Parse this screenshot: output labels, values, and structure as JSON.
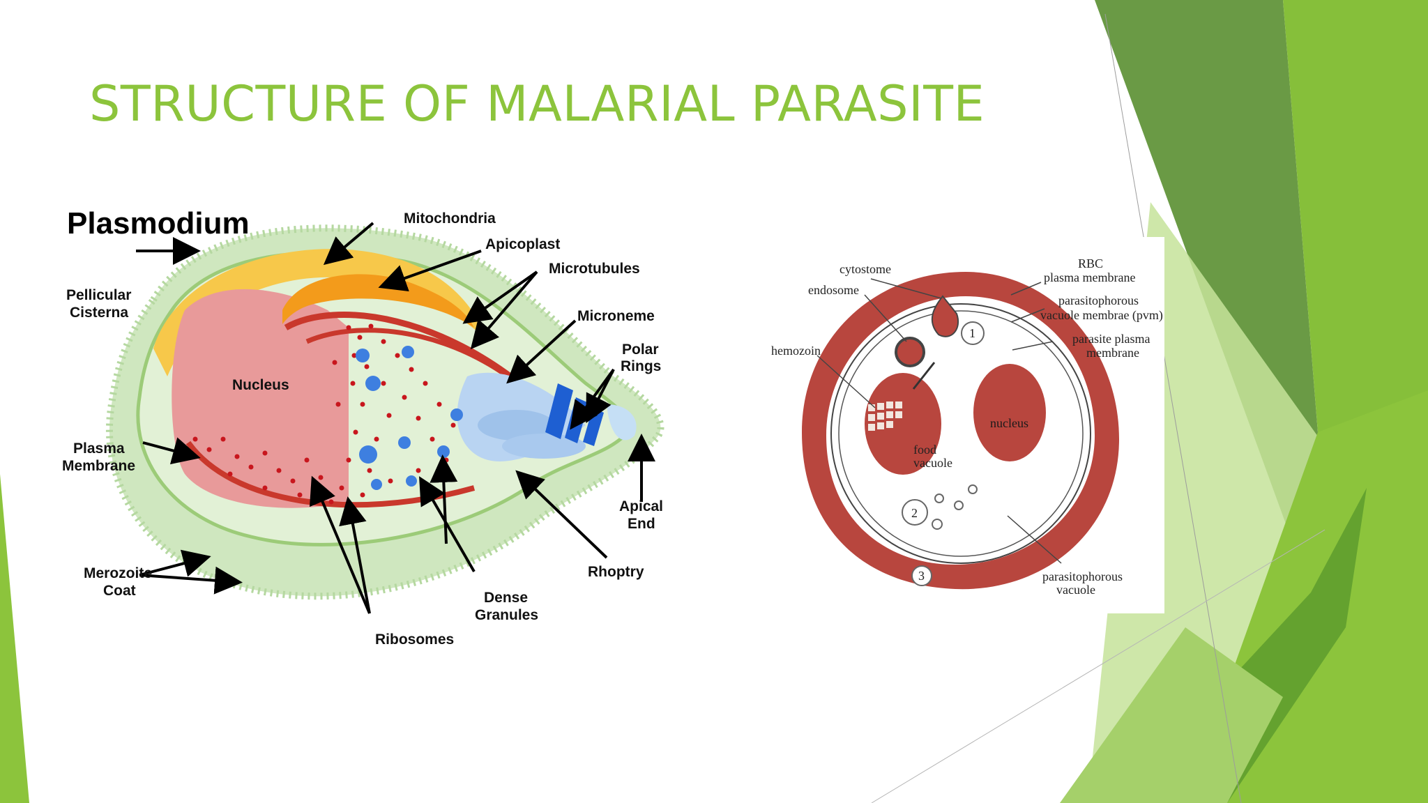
{
  "slide": {
    "title": "STRUCTURE OF MALARIAL PARASITE"
  },
  "plasmodium_diagram": {
    "heading": "Plasmodium",
    "labels": {
      "mitochondria": "Mitochondria",
      "apicoplast": "Apicoplast",
      "microtubules": "Microtubules",
      "microneme": "Microneme",
      "polar_rings_1": "Polar",
      "polar_rings_2": "Rings",
      "pellicular_cisterna_1": "Pellicular",
      "pellicular_cisterna_2": "Cisterna",
      "nucleus": "Nucleus",
      "plasma_membrane_1": "Plasma",
      "plasma_membrane_2": "Membrane",
      "apical_end_1": "Apical",
      "apical_end_2": "End",
      "rhoptry": "Rhoptry",
      "merozoite_coat_1": "Merozoite",
      "merozoite_coat_2": "Coat",
      "dense_granules_1": "Dense",
      "dense_granules_2": "Granules",
      "ribosomes": "Ribosomes"
    }
  },
  "rbc_diagram": {
    "labels": {
      "cytostome": "cytostome",
      "endosome": "endosome",
      "hemozoin": "hemozoin",
      "rbc_pm_1": "RBC",
      "rbc_pm_2": "plasma membrane",
      "pvm_1": "parasitophorous",
      "pvm_2": "vacuole membrae (pvm)",
      "ppm_1": "parasite plasma",
      "ppm_2": "membrane",
      "nucleus": "nucleus",
      "food_vacuole_1": "food",
      "food_vacuole_2": "vacuole",
      "pv_1": "parasitophorous",
      "pv_2": "vacuole",
      "num_1": "1",
      "num_2": "2",
      "num_3": "3"
    }
  },
  "colors": {
    "title_green": "#8cc43c",
    "deco_dark": "#5e9a36",
    "deco_mid": "#76b33a",
    "deco_light": "#b9dc84",
    "rbc_red": "#b8463e",
    "nucleus_pink": "#e89a9a",
    "ribosome_red": "#c8161d",
    "granule_blue": "#3e7fe0"
  }
}
